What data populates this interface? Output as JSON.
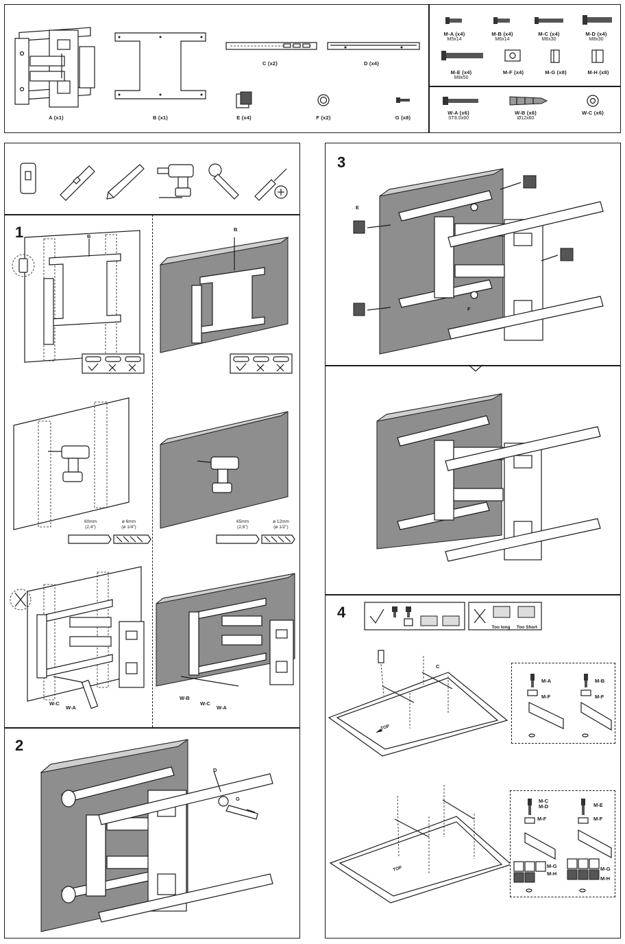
{
  "parts": {
    "bracket": [
      {
        "label": "A (x1)"
      },
      {
        "label": "B (x1)"
      },
      {
        "label": "C (x2)"
      },
      {
        "label": "D (x4)"
      },
      {
        "label": "E (x4)"
      },
      {
        "label": "F (x2)"
      },
      {
        "label": "G (x8)"
      }
    ],
    "screws": [
      {
        "label": "M-A (x4)",
        "size": "M5x14"
      },
      {
        "label": "M-B (x4)",
        "size": "M6x14"
      },
      {
        "label": "M-C (x4)",
        "size": "M6x30"
      },
      {
        "label": "M-D (x4)",
        "size": "M8x30"
      },
      {
        "label": "M-E (x4)",
        "size": "M8x50"
      },
      {
        "label": "M-F (x4)",
        "size": ""
      },
      {
        "label": "M-G (x8)",
        "size": ""
      },
      {
        "label": "M-H (x8)",
        "size": ""
      }
    ],
    "wall": [
      {
        "label": "W-A (x6)",
        "size": "ST8.0x60"
      },
      {
        "label": "W-B (x6)",
        "size": "Ø12x60"
      },
      {
        "label": "W-C (x6)",
        "size": ""
      }
    ]
  },
  "steps": {
    "s1": {
      "num": "1",
      "b_label": "B",
      "wood_depth": "60mm",
      "wood_depth_in": "(2,4\")",
      "wood_bit": "ø 6mm",
      "wood_bit_in": "(ø 1/4\")",
      "conc_depth": "65mm",
      "conc_depth_in": "(2,6\")",
      "conc_bit": "ø 12mm",
      "conc_bit_in": "(ø 1/2\")",
      "wc": "W-C",
      "wa": "W-A",
      "wb": "W-B"
    },
    "s2": {
      "num": "2",
      "d_label": "D",
      "g_label": "G"
    },
    "s3": {
      "num": "3",
      "e_label": "E",
      "f_label": "F"
    },
    "s4": {
      "num": "4",
      "too_long": "Too long",
      "too_short": "Too Short",
      "c_label": "C",
      "top": "TOP",
      "ma": "M-A",
      "mb": "M-B",
      "mf": "M-F",
      "mc": "M-C",
      "md": "M-D",
      "me": "M-E",
      "mg": "M-G",
      "mh": "M-H"
    }
  }
}
